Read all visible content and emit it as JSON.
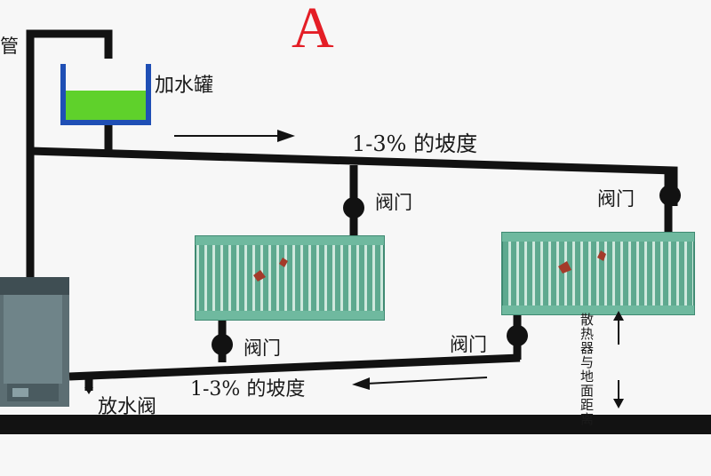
{
  "diagram": {
    "title": "A",
    "pipe_label_left_edge": "管",
    "tank_label": "加水罐",
    "slope_top": "1-3% 的坡度",
    "slope_bottom": "1-3% 的坡度",
    "valve_top_left": "阀门",
    "valve_top_right": "阀门",
    "valve_bottom_left": "阀门",
    "valve_bottom_right": "阀门",
    "drain_valve": "放水阀",
    "vertical_note": "散热器与地面距离",
    "colors": {
      "pipe": "#121212",
      "tank_water": "#5fd12b",
      "tank_border": "#1f4fb5",
      "radiator": "#5ea98f",
      "title": "#e41e26"
    }
  }
}
